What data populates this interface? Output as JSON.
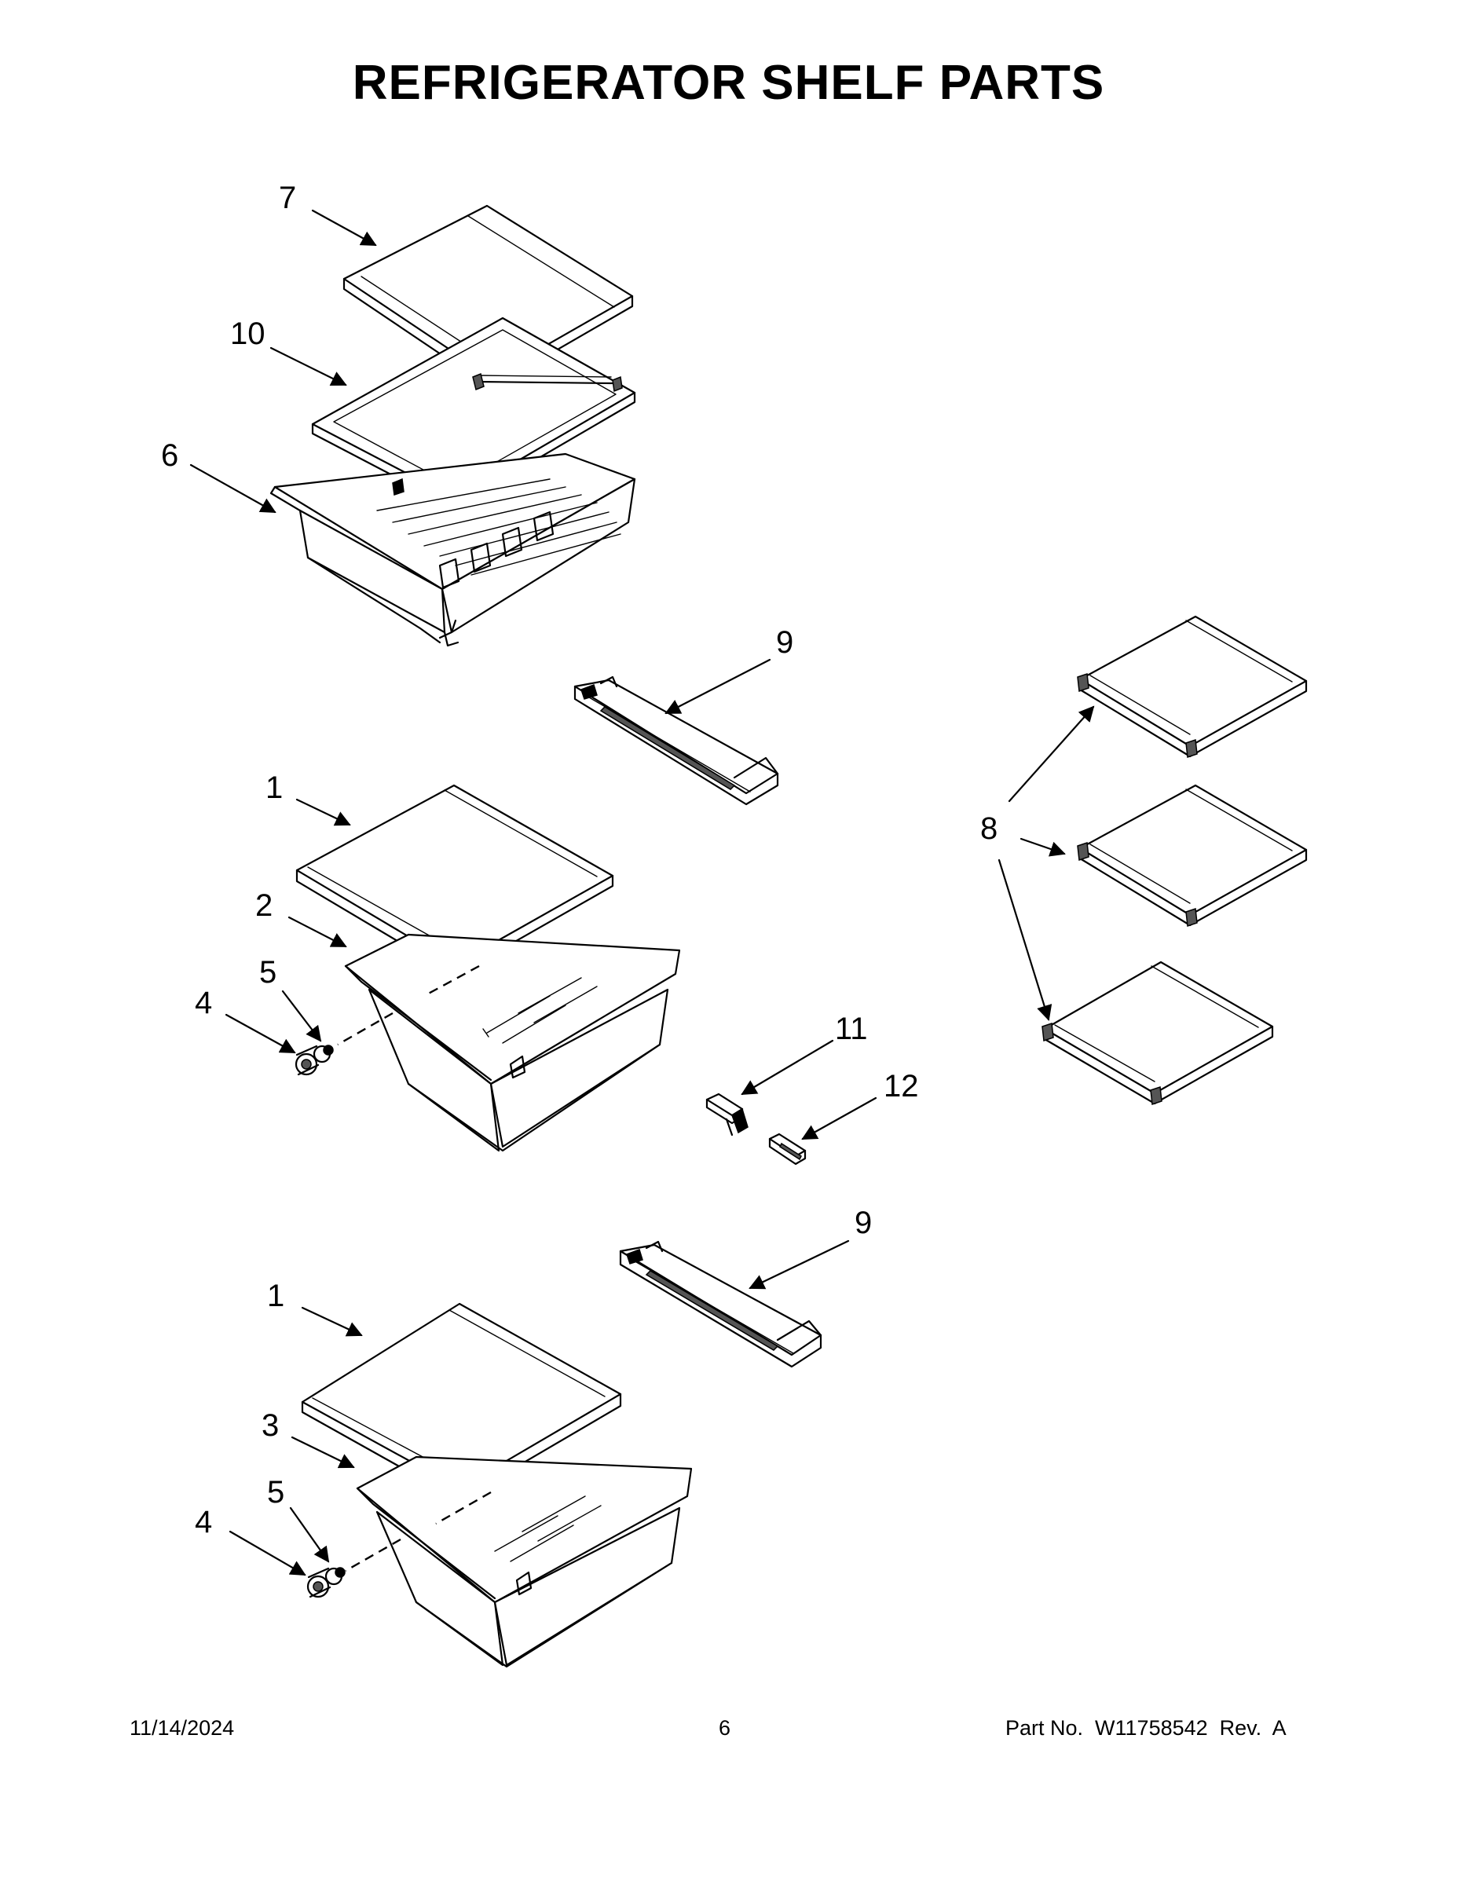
{
  "title": "REFRIGERATOR SHELF PARTS",
  "callouts": [
    {
      "id": "c7",
      "label": "7"
    },
    {
      "id": "c10",
      "label": "10"
    },
    {
      "id": "c6",
      "label": "6"
    },
    {
      "id": "c9a",
      "label": "9"
    },
    {
      "id": "c1a",
      "label": "1"
    },
    {
      "id": "c2",
      "label": "2"
    },
    {
      "id": "c5a",
      "label": "5"
    },
    {
      "id": "c4a",
      "label": "4"
    },
    {
      "id": "c8",
      "label": "8"
    },
    {
      "id": "c11",
      "label": "11"
    },
    {
      "id": "c12",
      "label": "12"
    },
    {
      "id": "c9b",
      "label": "9"
    },
    {
      "id": "c1b",
      "label": "1"
    },
    {
      "id": "c3",
      "label": "3"
    },
    {
      "id": "c5b",
      "label": "5"
    },
    {
      "id": "c4b",
      "label": "4"
    }
  ],
  "footer": {
    "date": "11/14/2024",
    "page": "6",
    "part_no": "Part No.  W11758542  Rev.  A"
  }
}
